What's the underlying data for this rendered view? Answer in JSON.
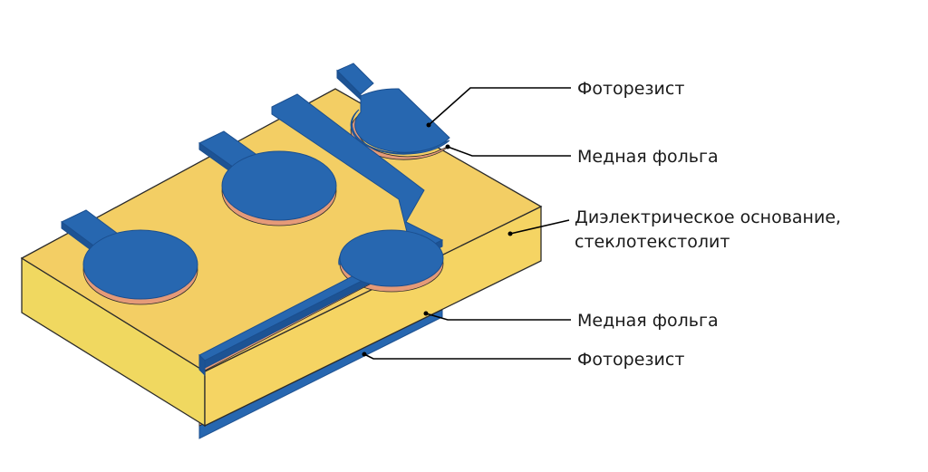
{
  "diagram": {
    "colors": {
      "substrate_top": "#F3CE64",
      "substrate_front": "#F0D860",
      "substrate_side": "#F5D463",
      "edge": "#2b2b2b",
      "copper": "#E59A78",
      "photoresist": "#2767B0",
      "photoresist_edge": "#1b4f8f"
    },
    "labels": {
      "photoresist_top": "Фоторезист",
      "copper_top": "Медная фольга",
      "substrate_line1": "Диэлектрическое основание,",
      "substrate_line2": "стеклотекстолит",
      "copper_bottom": "Медная фольга",
      "photoresist_bottom": "Фоторезист"
    }
  }
}
